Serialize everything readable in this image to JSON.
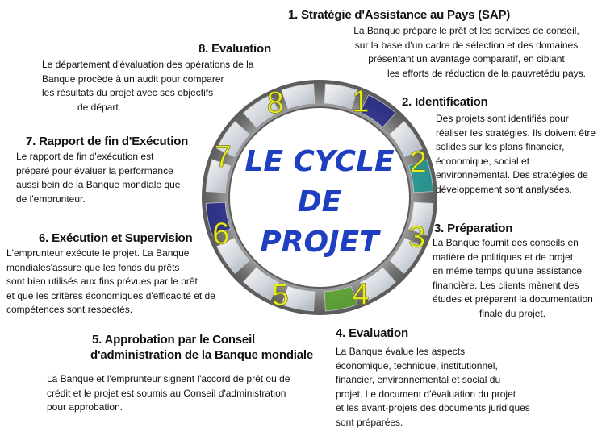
{
  "center_title": [
    "LE CYCLE",
    "DE",
    "PROJET"
  ],
  "ring_numbers": [
    "1",
    "2",
    "3",
    "4",
    "5",
    "6",
    "7",
    "8"
  ],
  "colors": {
    "title_blue": "#1e3fbf",
    "ring_gray": "#7e7e7e",
    "number_yellow": "#e8ec18",
    "segment_teal": "#1f9a95",
    "segment_navy": "#252a8a",
    "segment_green": "#5aa62c"
  },
  "steps": [
    {
      "heading": "1. Stratégie d'Assistance au Pays (SAP)",
      "lines": [
        "La Banque prépare le prêt et les services de conseil,",
        "sur la base d'un cadre de sélection et des domaines",
        "présentant un avantage comparatif, en ciblant",
        "les efforts de réduction de la pauvretédu pays."
      ]
    },
    {
      "heading": "2. Identification",
      "lines": [
        "Des projets sont identifiés pour",
        "réaliser les stratégies. Ils doivent être",
        "solides sur les plans financier,",
        "économique, social et",
        "environnemental. Des stratégies de",
        "développement sont analysées."
      ]
    },
    {
      "heading": "3. Préparation",
      "lines": [
        "La Banque fournit des conseils en",
        "matière de politiques et de projet",
        "en même temps qu'une assistance",
        "financière. Les clients mènent des",
        "études et préparent la documentation",
        "finale du projet."
      ]
    },
    {
      "heading": "4. Evaluation",
      "lines": [
        "La Banque évalue les aspects",
        "économique, technique, institutionnel,",
        "financier, environnemental et social du",
        "projet. Le document d'évaluation du projet",
        "et les avant-projets des documents juridiques",
        "sont préparées."
      ]
    },
    {
      "heading_lines": [
        "5. Approbation par le Conseil",
        "d'administration de la Banque mondiale"
      ],
      "lines": [
        "La Banque et l'emprunteur signent l'accord de prêt ou de",
        "crédit et le projet est soumis au Conseil d'administration",
        "pour approbation."
      ]
    },
    {
      "heading": "6. Exécution et Supervision",
      "lines": [
        "L'emprunteur exécute le projet. La Banque",
        "mondiales'assure que les fonds du prêts",
        "sont bien utilisés aux fins prévues par le prêt",
        "et que les critères économiques d'efficacité et de",
        "compétences sont respectés."
      ]
    },
    {
      "heading": "7. Rapport de fin d'Exécution",
      "lines": [
        "Le rapport de fin d'exécution est",
        "préparé pour évaluer la performance",
        "aussi bein de la Banque mondiale que",
        "de l'emprunteur."
      ]
    },
    {
      "heading": "8. Evaluation",
      "lines": [
        "Le département d'évaluation des opérations de la",
        "Banque procède à un audit pour comparer",
        "les résultats du projet avec ses objectifs",
        "de départ."
      ]
    }
  ]
}
